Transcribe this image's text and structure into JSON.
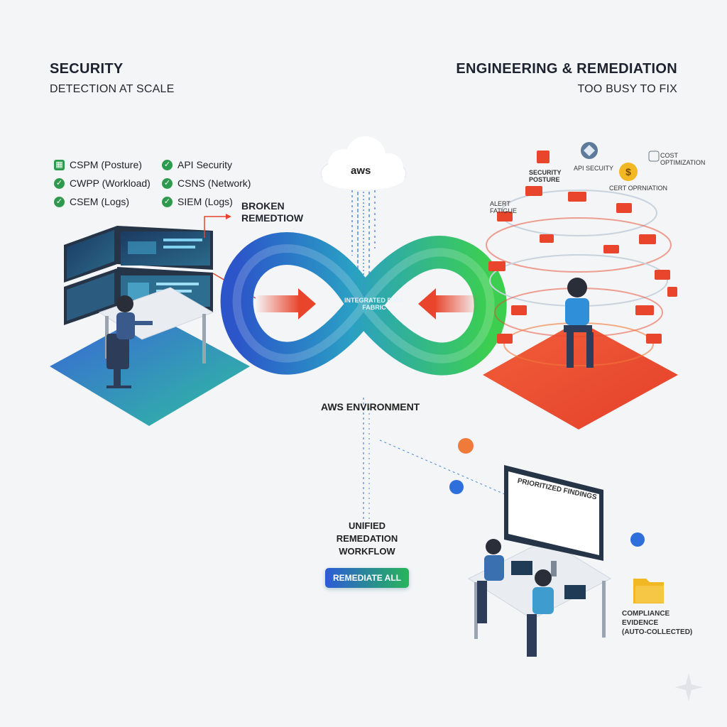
{
  "left": {
    "title": "SECURITY",
    "subtitle": "DETECTION AT SCALE",
    "tools": [
      "CSPM (Posture)",
      "API Security",
      "CWPP (Workload)",
      "CSNS (Network)",
      "CSEM (Logs)",
      "SIEM (Logs)"
    ],
    "callout": "BROKEN\nREMEDTIOW"
  },
  "right": {
    "title": "ENGINEERING & REMEDIATION",
    "subtitle": "TOO BUSY TO FIX",
    "tags": {
      "security_posture": "SECURITY POSTURE",
      "api_security": "API SECUITY",
      "cost_optimization": "COST OPTIMIZATION",
      "cert_operation": "CERT OPRNIATION",
      "alert_fatigue": "ALERT FATIGUE"
    }
  },
  "center": {
    "cloud_label": "aws",
    "fabric_label": "INTEGRATED DATA FABRIC",
    "environment_label": "AWS ENVIRONMENT",
    "workflow_label": "UNIFIED\nREMEDATION\nWORKFLOW",
    "button_label": "REMEDIATE ALL"
  },
  "bottom_right": {
    "screen_title": "PRIORITIZED FINDINGS",
    "evidence_label": "COMPLIANCE EVIDENCE\n(AUTO-COLLECTED)"
  },
  "colors": {
    "blue": "#2f6fdc",
    "green": "#39b54a",
    "red": "#e8452c",
    "orange": "#f07a3a"
  },
  "icons": [
    "check-icon",
    "grid-check-icon",
    "cloud-icon",
    "arrow-right-icon",
    "arrow-left-icon",
    "dollar-bag-icon",
    "alert-icon",
    "folder-icon",
    "sparkle-icon"
  ]
}
